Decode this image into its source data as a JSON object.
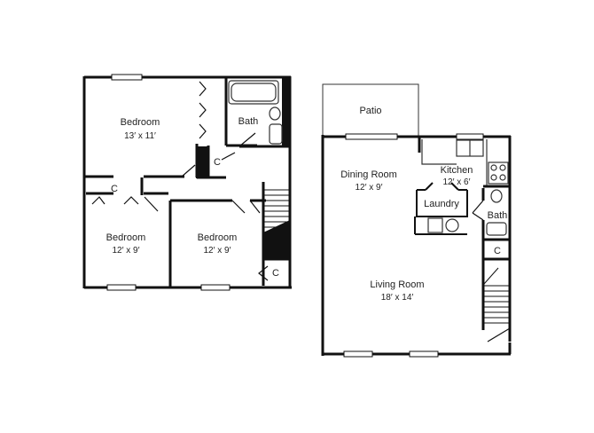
{
  "upper_floor": {
    "bedroom_large": {
      "name": "Bedroom",
      "size": "13′ x 11′"
    },
    "bedroom_left": {
      "name": "Bedroom",
      "size": "12′ x 9′"
    },
    "bedroom_right": {
      "name": "Bedroom",
      "size": "12′ x 9′"
    },
    "bath": "Bath",
    "closet_hall": "C",
    "closet_bedroom": "C",
    "closet_stair": "C"
  },
  "main_floor": {
    "patio": "Patio",
    "dining": {
      "name": "Dining Room",
      "size": "12′ x 9′"
    },
    "kitchen": {
      "name": "Kitchen",
      "size": "12′ x 6′"
    },
    "laundry": "Laundry",
    "bath": "Bath",
    "closet": "C",
    "living": {
      "name": "Living Room",
      "size": "18′ x 14′"
    }
  },
  "colors": {
    "wall": "#111111",
    "fixture": "#333333",
    "background": "#ffffff"
  }
}
